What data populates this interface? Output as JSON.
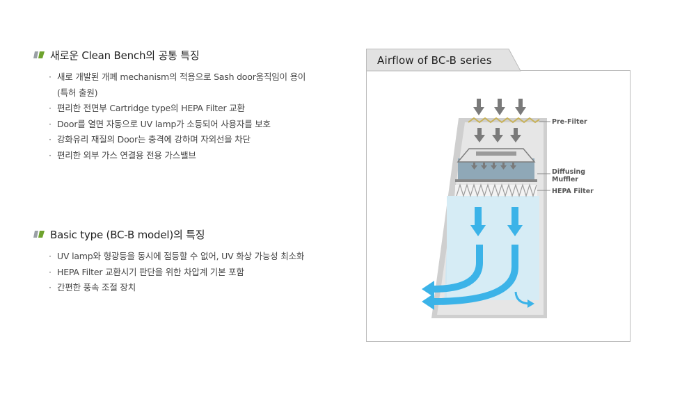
{
  "section1": {
    "heading": "새로운 Clean Bench의 공통 특징",
    "bullets": [
      "새로 개발된 개폐 mechanism의 적용으로 Sash door움직임이 용이 (특허 출원)",
      "편리한 전면부 Cartridge type의 HEPA Filter 교환",
      "Door를 열면 자동으로 UV lamp가 소등되어 사용자를 보호",
      "강화유리 재질의 Door는 충격에 강하며 자외선을 차단",
      "편리한 외부 가스 연결용 전용 가스밸브"
    ]
  },
  "section2": {
    "heading": "Basic type (BC-B model)의 특징",
    "bullets": [
      "UV lamp와 형광등을 동시에 점등할 수 없어, UV 화상 가능성 최소화",
      "HEPA Filter 교환시기 판단을 위한 차압계 기본 포함",
      "간편한 풍속 조절 장치"
    ]
  },
  "diagram": {
    "title": "Airflow of BC-B series",
    "labels": {
      "pre_filter": "Pre-Filter",
      "diffusing_muffler": "Diffusing\nMuffler",
      "hepa_filter": "HEPA Filter"
    }
  },
  "colors": {
    "icon_green": "#6fa32e",
    "icon_grey": "#9aa0a6",
    "airflow_blue": "#3bb3e8",
    "arrow_grey": "#7a7a7a",
    "chamber_blue": "#cfe7f2"
  }
}
